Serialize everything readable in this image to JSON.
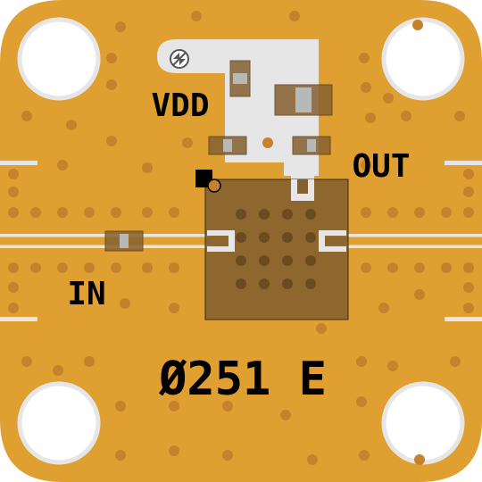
{
  "labels": {
    "vdd": "VDD",
    "out": "OUT",
    "in": "IN",
    "part_number": "Ø251 E"
  },
  "colors": {
    "board": "#E0A031",
    "trace": "#E6E6E6",
    "via": "#C5822B",
    "component": "#85612F",
    "silkscreen": "#000000",
    "mounting_hole": "#FFFFFF"
  },
  "icons": {
    "pin1_marker": "pin1-marker-icon",
    "ground_symbol": "ground-symbol-icon"
  }
}
